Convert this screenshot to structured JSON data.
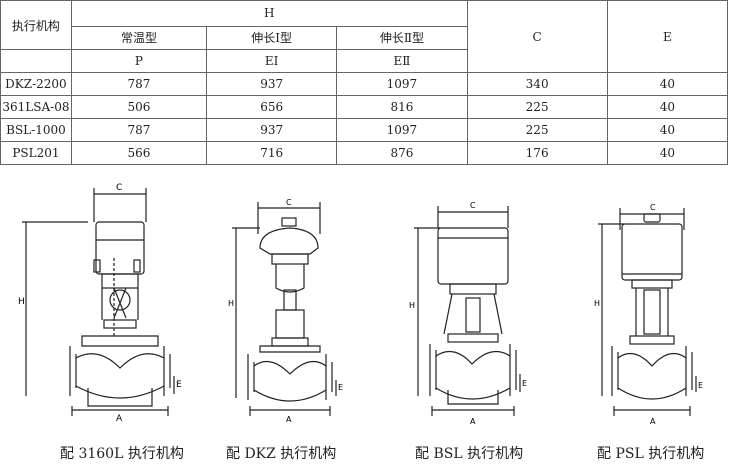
{
  "table": {
    "actuator_header": "执行机构",
    "h_header": "H",
    "c_header": "C",
    "e_header": "E",
    "sub_headers": [
      {
        "name": "常温型",
        "symbol": "P"
      },
      {
        "name": "伸长Ⅰ型",
        "symbol": "EⅠ"
      },
      {
        "name": "伸长Ⅱ型",
        "symbol": "EⅡ"
      }
    ],
    "rows": [
      {
        "model": "DKZ-2200",
        "p": "787",
        "e1": "937",
        "e2": "1097",
        "c": "340",
        "e": "40"
      },
      {
        "model": "361LSA-08",
        "p": "506",
        "e1": "656",
        "e2": "816",
        "c": "225",
        "e": "40"
      },
      {
        "model": "BSL-1000",
        "p": "787",
        "e1": "937",
        "e2": "1097",
        "c": "225",
        "e": "40"
      },
      {
        "model": "PSL201",
        "p": "566",
        "e1": "716",
        "e2": "876",
        "c": "176",
        "e": "40"
      }
    ]
  },
  "drawings": [
    {
      "caption": "配 3160L 执行机构",
      "label_c": "C",
      "label_h": "H",
      "label_e": "E",
      "label_a": "A"
    },
    {
      "caption": "配 DKZ 执行机构",
      "label_c": "C",
      "label_h": "H",
      "label_e": "E",
      "label_a": "A"
    },
    {
      "caption": "配 BSL 执行机构",
      "label_c": "C",
      "label_h": "H",
      "label_e": "E",
      "label_a": "A"
    },
    {
      "caption": "配 PSL 执行机构",
      "label_c": "C",
      "label_h": "H",
      "label_e": "E",
      "label_a": "A"
    }
  ]
}
